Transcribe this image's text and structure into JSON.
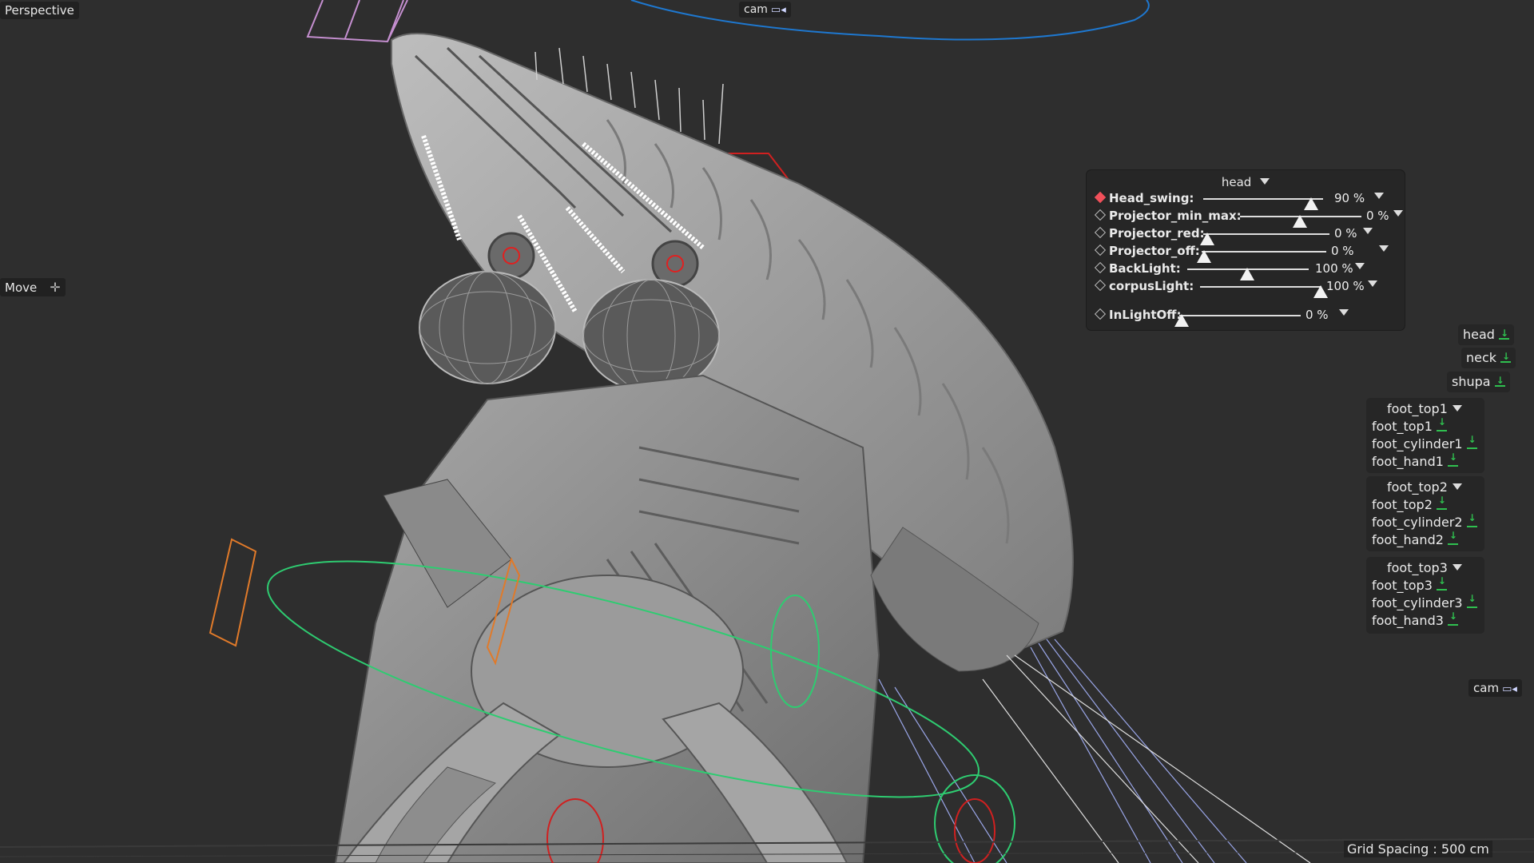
{
  "viewport": {
    "camera_label": "Perspective",
    "tool_label": "Move",
    "tool_icon": "move-cross-icon",
    "top_camera": {
      "label": "cam",
      "icon": "camera-icon"
    },
    "side_camera": {
      "label": "cam",
      "icon": "camera-icon"
    },
    "grid_spacing": "Grid Spacing : 500 cm",
    "colors": {
      "background": "#2e2e2e",
      "model": "#9a9a9a",
      "curve_blue": "#1e78d0",
      "curve_green": "#2ecc71",
      "curve_orange": "#e07a2a",
      "curve_pink": "#c58fd0",
      "curve_red": "#d02020",
      "lines_lavender": "#9aa6e8"
    }
  },
  "control_panel": {
    "title": "head",
    "rows": [
      {
        "label": "Head_swing:",
        "value": "90 %",
        "keyed": true
      },
      {
        "label": "Projector_min_max:",
        "value": "0 %",
        "keyed": false
      },
      {
        "label": "Projector_red:",
        "value": "0 %",
        "keyed": false
      },
      {
        "label": "Projector_off:",
        "value": "0 %",
        "keyed": false
      },
      {
        "label": "BackLight:",
        "value": "100 %",
        "keyed": false
      },
      {
        "label": "corpusLight:",
        "value": "100 %",
        "keyed": false
      },
      {
        "label": "InLightOff:",
        "value": "0 %",
        "keyed": false
      }
    ]
  },
  "selectors": {
    "singles": [
      {
        "label": "head"
      },
      {
        "label": "neck"
      },
      {
        "label": "shupa"
      }
    ],
    "groups": [
      {
        "title": "foot_top1",
        "items": [
          "foot_top1",
          "foot_cylinder1",
          "foot_hand1"
        ]
      },
      {
        "title": "foot_top2",
        "items": [
          "foot_top2",
          "foot_cylinder2",
          "foot_hand2"
        ]
      },
      {
        "title": "foot_top3",
        "items": [
          "foot_top3",
          "foot_cylinder3",
          "foot_hand3"
        ]
      }
    ]
  }
}
